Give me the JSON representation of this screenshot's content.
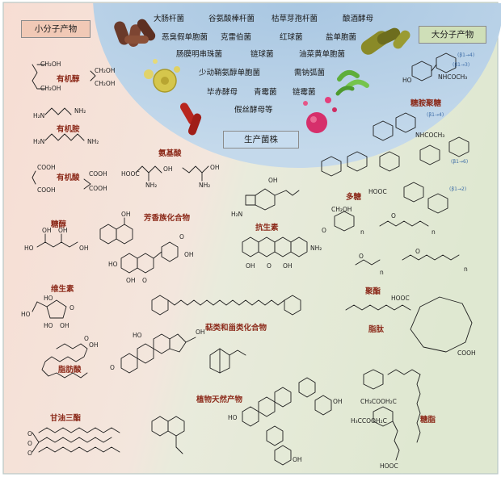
{
  "headers": {
    "small_molecules": "小分子产物",
    "macromolecules": "大分子产物",
    "strains": "生产菌株"
  },
  "organisms": [
    "大肠杆菌",
    "谷氨酸棒杆菌",
    "枯草芽孢杆菌",
    "酿酒酵母",
    "恶臭假单胞菌",
    "克雷伯菌",
    "红球菌",
    "盐单胞菌",
    "肠膜明串珠菌",
    "链球菌",
    "油菜黄单胞菌",
    "少动鞘氨醇单胞菌",
    "需钠弧菌",
    "毕赤酵母",
    "青霉菌",
    "链霉菌",
    "假丝酵母等"
  ],
  "small_categories": [
    "有机醇",
    "有机胺",
    "有机酸",
    "氨基酸",
    "糖醇",
    "芳香族化合物",
    "抗生素",
    "维生素",
    "萜类和甾类化合物",
    "脂肪酸",
    "植物天然产物",
    "甘油三酯"
  ],
  "macro_categories": [
    "糖胺聚糖",
    "多糖",
    "聚酯",
    "脂肽",
    "糖脂"
  ],
  "formula_text": {
    "ch2oh": "CH₂OH",
    "h2n": "H₂N",
    "nh2": "NH₂",
    "cooh": "COOH",
    "hooc": "HOOC",
    "oh": "OH",
    "ho": "HO",
    "o": "O",
    "n": "n",
    "nhcoch3": "NHCOCH₃",
    "ch3cooh2c": "CH₃COOH₂C",
    "h3ccooh2c": "H₃CCOOH₂C",
    "beta14": "(β1→4)",
    "beta13": "(β1→3)",
    "beta12": "(β1→2)",
    "beta16": "(β1→6)"
  },
  "colors": {
    "left_bg": "#f7e2d9",
    "right_bg": "#e4ead6",
    "dome": "#b5cfe5",
    "category_text": "#8c2a1a",
    "frame": "#b8c7c7",
    "header_left_box": "#f1c9b6",
    "header_right_box": "#cfdfb8",
    "header_strain_box": "#c7dcef"
  }
}
